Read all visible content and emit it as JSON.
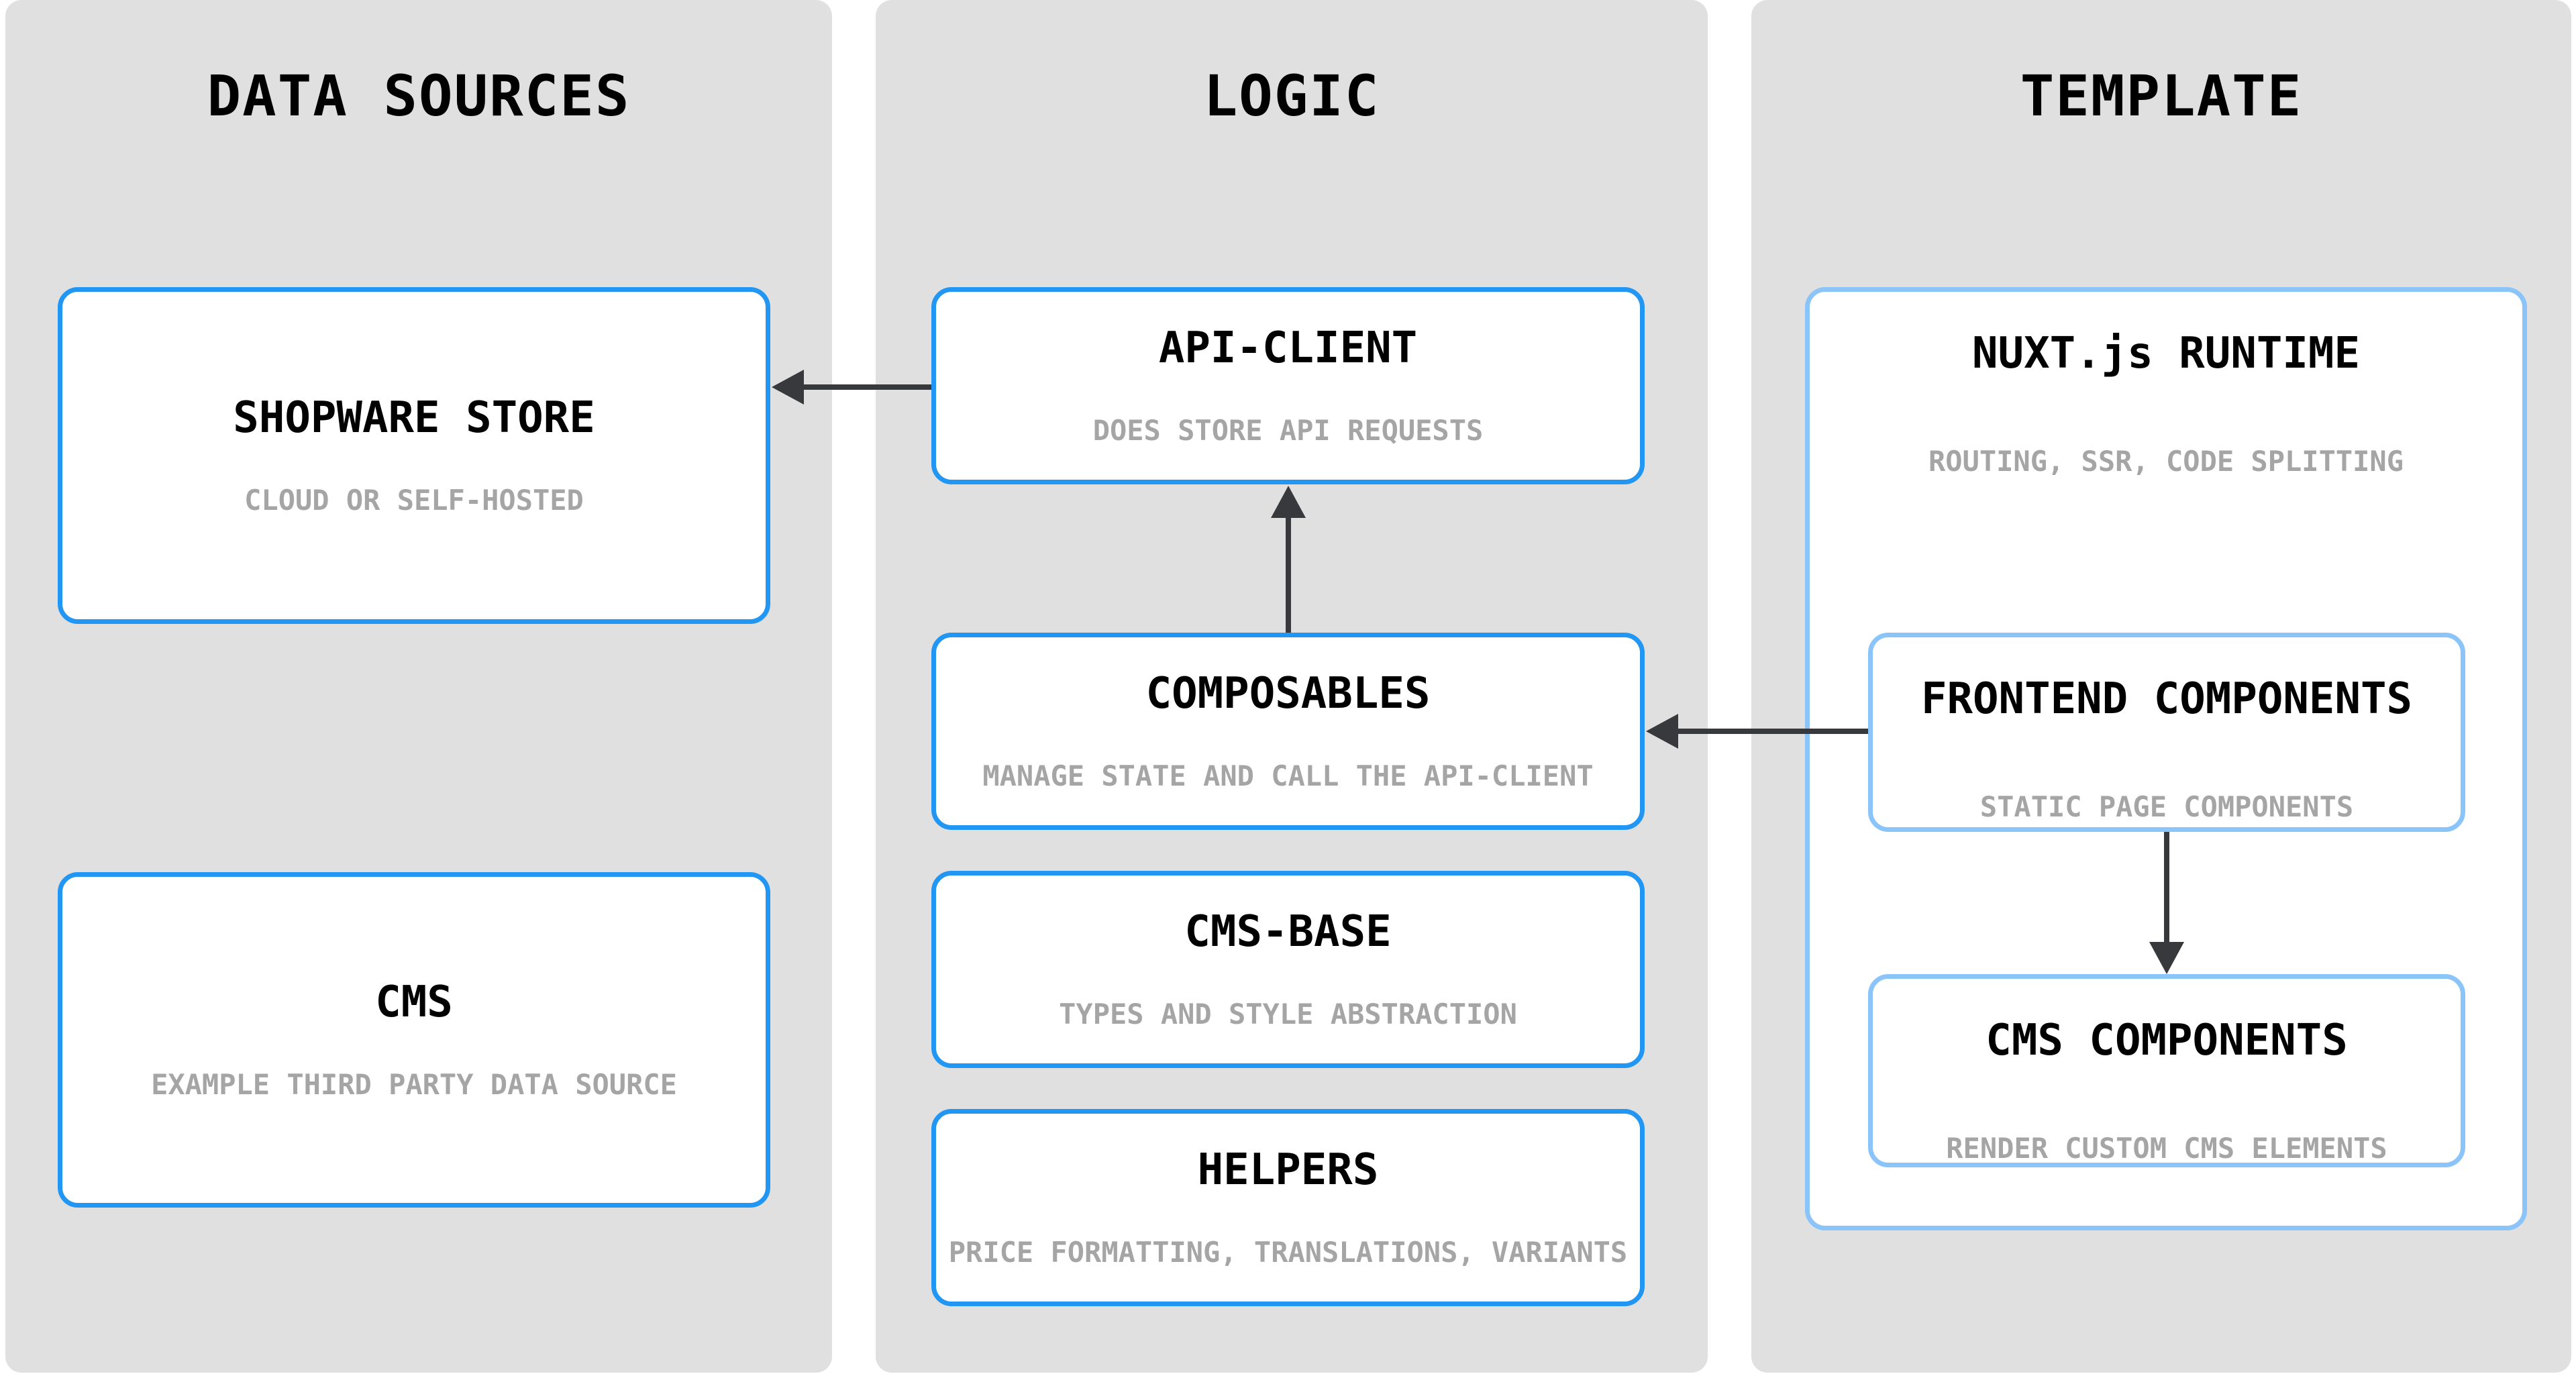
{
  "colors": {
    "page_bg": "#ffffff",
    "column_bg": "#e0e0e0",
    "box_bg": "#ffffff",
    "accent_blue": "#2196f3",
    "light_blue": "#8ac4f8",
    "arrow": "#37393c",
    "title_text": "#000000",
    "subtitle_text": "#a5a5a5"
  },
  "columns": [
    {
      "title": "DATA SOURCES",
      "boxes": [
        {
          "title": "SHOPWARE STORE",
          "subtitle": "CLOUD OR SELF-HOSTED"
        },
        {
          "title": "CMS",
          "subtitle": "EXAMPLE THIRD PARTY DATA SOURCE"
        }
      ]
    },
    {
      "title": "LOGIC",
      "boxes": [
        {
          "title": "API-CLIENT",
          "subtitle": "DOES STORE API REQUESTS"
        },
        {
          "title": "COMPOSABLES",
          "subtitle": "MANAGE STATE AND CALL THE API-CLIENT"
        },
        {
          "title": "CMS-BASE",
          "subtitle": "TYPES AND STYLE ABSTRACTION"
        },
        {
          "title": "HELPERS",
          "subtitle": "PRICE FORMATTING, TRANSLATIONS, VARIANTS"
        }
      ]
    },
    {
      "title": "TEMPLATE",
      "boxes": [
        {
          "title": "NUXT.js RUNTIME",
          "subtitle": "ROUTING, SSR, CODE SPLITTING",
          "children": [
            {
              "title": "FRONTEND COMPONENTS",
              "subtitle": "STATIC PAGE COMPONENTS"
            },
            {
              "title": "CMS COMPONENTS",
              "subtitle": "RENDER CUSTOM CMS ELEMENTS"
            }
          ]
        }
      ]
    }
  ],
  "arrows": [
    {
      "from": "API-CLIENT",
      "to": "SHOPWARE STORE",
      "direction": "left"
    },
    {
      "from": "COMPOSABLES",
      "to": "API-CLIENT",
      "direction": "up"
    },
    {
      "from": "FRONTEND COMPONENTS",
      "to": "COMPOSABLES",
      "direction": "left"
    },
    {
      "from": "FRONTEND COMPONENTS",
      "to": "CMS COMPONENTS",
      "direction": "down"
    }
  ]
}
